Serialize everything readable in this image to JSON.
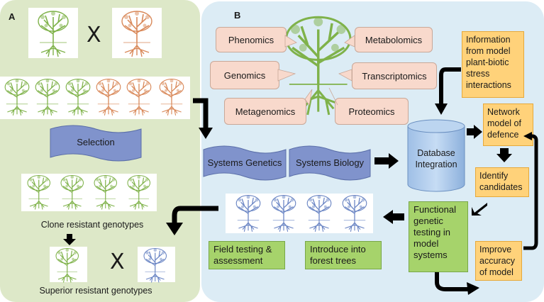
{
  "panel_a": {
    "label": "A",
    "cross_mark": "X",
    "selection_label": "Selection",
    "clone_label": "Clone resistant genotypes",
    "cross_mark_2": "X",
    "superior_label": "Superior resistant genotypes"
  },
  "panel_b": {
    "label": "B",
    "omics": {
      "phenomics": "Phenomics",
      "metabolomics": "Metabolomics",
      "genomics": "Genomics",
      "transcriptomics": "Transcriptomics",
      "metagenomics": "Metagenomics",
      "proteomics": "Proteomics"
    },
    "systems_genetics": "Systems Genetics",
    "systems_biology": "Systems Biology",
    "database_line1": "Database",
    "database_line2": "Integration",
    "info_box": [
      "Information",
      "from model",
      "plant-biotic",
      "stress",
      "interactions"
    ],
    "network_box": [
      "Network",
      "model of",
      "defence"
    ],
    "identify_box": [
      "Identify",
      "candidates"
    ],
    "improve_box": [
      "Improve",
      "accuracy",
      "of model"
    ],
    "functional_box": [
      "Functional",
      "genetic",
      "testing in",
      "model",
      "systems"
    ],
    "field_box": [
      "Field testing &",
      "assessment"
    ],
    "introduce_box": [
      "Introduce into",
      "forest trees"
    ]
  },
  "colors": {
    "panel_a_bg": "#dde8c8",
    "panel_b_bg": "#dcecf5",
    "green_tree": "#7fb24a",
    "orange_tree": "#d9895a",
    "blue_tree": "#6a85c4",
    "scroll_blue": "#8093cc",
    "omics_pink": "#f8d9cc",
    "orange_box": "#ffd27a",
    "green_box": "#a6d36b",
    "arrow": "#000000"
  },
  "icons": [
    "tree-icon",
    "database-cylinder-icon",
    "arrow-icon"
  ]
}
